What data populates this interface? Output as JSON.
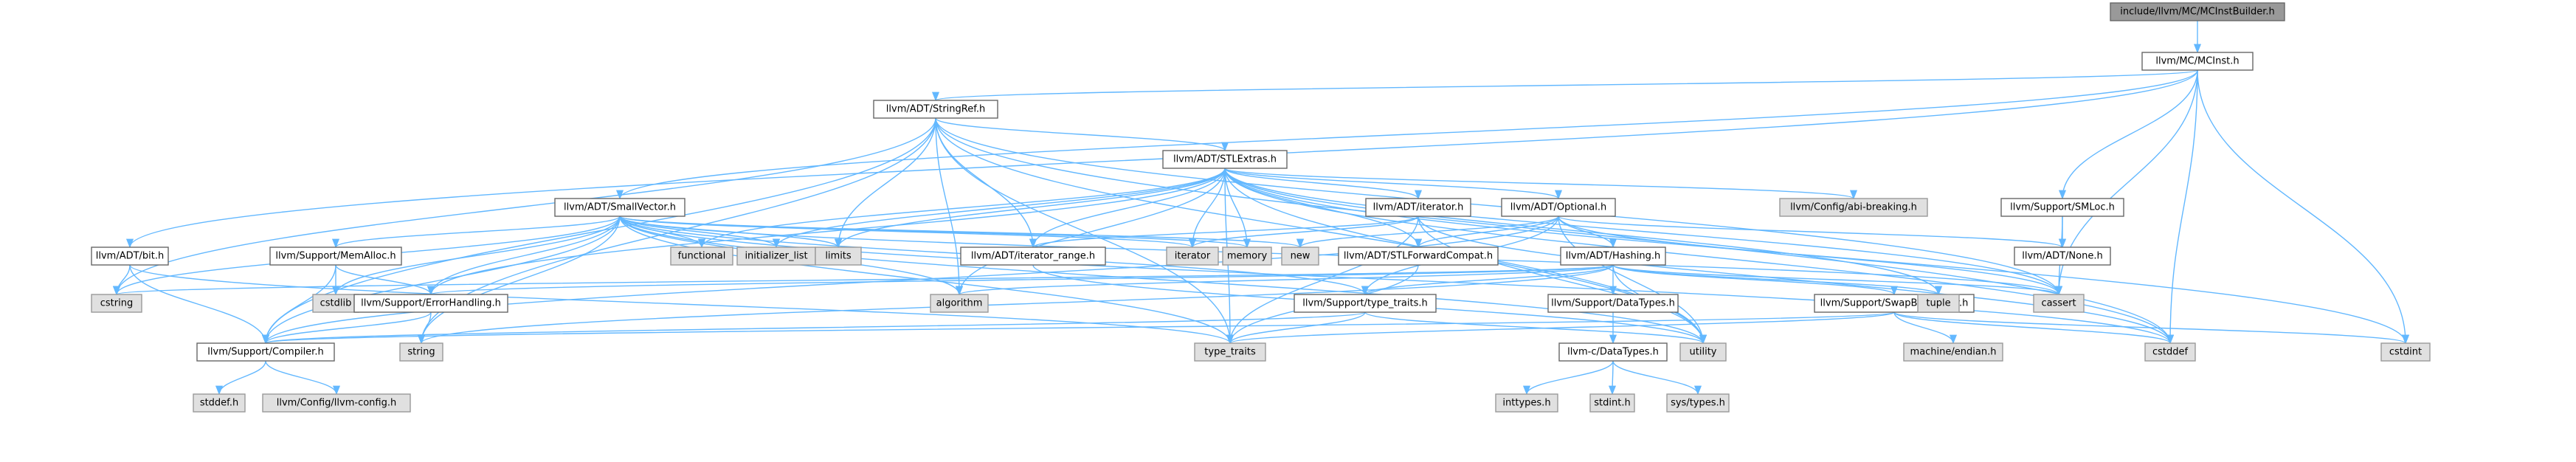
{
  "colors": {
    "edge": "#63b8ff",
    "project_node_fill": "#ffffff",
    "system_node_fill": "#e0e0e0",
    "root_node_fill": "#999999",
    "node_border": "#666666"
  },
  "nodes": [
    {
      "id": "root",
      "label": "include/llvm/MC/MCInstBuilder.h",
      "kind": "root"
    },
    {
      "id": "mcinst",
      "label": "llvm/MC/MCInst.h",
      "kind": "project"
    },
    {
      "id": "stringref",
      "label": "llvm/ADT/StringRef.h",
      "kind": "project"
    },
    {
      "id": "stlextras",
      "label": "llvm/ADT/STLExtras.h",
      "kind": "project"
    },
    {
      "id": "smallvector",
      "label": "llvm/ADT/SmallVector.h",
      "kind": "project"
    },
    {
      "id": "bit",
      "label": "llvm/ADT/bit.h",
      "kind": "project"
    },
    {
      "id": "smloc",
      "label": "llvm/Support/SMLoc.h",
      "kind": "project"
    },
    {
      "id": "iterator_h",
      "label": "llvm/ADT/iterator.h",
      "kind": "project"
    },
    {
      "id": "optional",
      "label": "llvm/ADT/Optional.h",
      "kind": "project"
    },
    {
      "id": "abibreaking",
      "label": "llvm/Config/abi-breaking.h",
      "kind": "system"
    },
    {
      "id": "none",
      "label": "llvm/ADT/None.h",
      "kind": "project"
    },
    {
      "id": "memalloc",
      "label": "llvm/Support/MemAlloc.h",
      "kind": "project"
    },
    {
      "id": "functional",
      "label": "functional",
      "kind": "system"
    },
    {
      "id": "initializer_list",
      "label": "initializer_list",
      "kind": "system"
    },
    {
      "id": "limits",
      "label": "limits",
      "kind": "system"
    },
    {
      "id": "iterator_range",
      "label": "llvm/ADT/iterator_range.h",
      "kind": "project"
    },
    {
      "id": "iterator_std",
      "label": "iterator",
      "kind": "system"
    },
    {
      "id": "memory",
      "label": "memory",
      "kind": "system"
    },
    {
      "id": "new",
      "label": "new",
      "kind": "system"
    },
    {
      "id": "stlforward",
      "label": "llvm/ADT/STLForwardCompat.h",
      "kind": "project"
    },
    {
      "id": "hashing",
      "label": "llvm/ADT/Hashing.h",
      "kind": "project"
    },
    {
      "id": "cstring",
      "label": "cstring",
      "kind": "system"
    },
    {
      "id": "cstdlib",
      "label": "cstdlib",
      "kind": "system"
    },
    {
      "id": "errorhandling",
      "label": "llvm/Support/ErrorHandling.h",
      "kind": "project"
    },
    {
      "id": "algorithm",
      "label": "algorithm",
      "kind": "system"
    },
    {
      "id": "type_traits_h",
      "label": "llvm/Support/type_traits.h",
      "kind": "project"
    },
    {
      "id": "datatypes",
      "label": "llvm/Support/DataTypes.h",
      "kind": "project"
    },
    {
      "id": "swapbyteorder",
      "label": "llvm/Support/SwapByteOrder.h",
      "kind": "project"
    },
    {
      "id": "tuple",
      "label": "tuple",
      "kind": "system"
    },
    {
      "id": "cassert",
      "label": "cassert",
      "kind": "system"
    },
    {
      "id": "compiler",
      "label": "llvm/Support/Compiler.h",
      "kind": "project"
    },
    {
      "id": "string",
      "label": "string",
      "kind": "system"
    },
    {
      "id": "type_traits",
      "label": "type_traits",
      "kind": "system"
    },
    {
      "id": "utility",
      "label": "utility",
      "kind": "system"
    },
    {
      "id": "cdatatypes",
      "label": "llvm-c/DataTypes.h",
      "kind": "project"
    },
    {
      "id": "machine_endian",
      "label": "machine/endian.h",
      "kind": "system"
    },
    {
      "id": "cstddef",
      "label": "cstddef",
      "kind": "system"
    },
    {
      "id": "cstdint",
      "label": "cstdint",
      "kind": "system"
    },
    {
      "id": "stddef",
      "label": "stddef.h",
      "kind": "system"
    },
    {
      "id": "llvmconfig",
      "label": "llvm/Config/llvm-config.h",
      "kind": "system"
    },
    {
      "id": "inttypes",
      "label": "inttypes.h",
      "kind": "system"
    },
    {
      "id": "stdint",
      "label": "stdint.h",
      "kind": "system"
    },
    {
      "id": "systypes",
      "label": "sys/types.h",
      "kind": "system"
    }
  ],
  "edges": [
    [
      "root",
      "mcinst"
    ],
    [
      "mcinst",
      "stringref"
    ],
    [
      "mcinst",
      "smallvector"
    ],
    [
      "mcinst",
      "bit"
    ],
    [
      "mcinst",
      "smloc"
    ],
    [
      "mcinst",
      "cassert"
    ],
    [
      "mcinst",
      "cstddef"
    ],
    [
      "mcinst",
      "cstdint"
    ],
    [
      "stringref",
      "stlextras"
    ],
    [
      "stringref",
      "iterator_range"
    ],
    [
      "stringref",
      "compiler"
    ],
    [
      "stringref",
      "algorithm"
    ],
    [
      "stringref",
      "cassert"
    ],
    [
      "stringref",
      "cstddef"
    ],
    [
      "stringref",
      "cstring"
    ],
    [
      "stringref",
      "limits"
    ],
    [
      "stringref",
      "string"
    ],
    [
      "stringref",
      "type_traits"
    ],
    [
      "stringref",
      "utility"
    ],
    [
      "stlextras",
      "iterator_h"
    ],
    [
      "stlextras",
      "optional"
    ],
    [
      "stlextras",
      "abibreaking"
    ],
    [
      "stlextras",
      "functional"
    ],
    [
      "stlextras",
      "initializer_list"
    ],
    [
      "stlextras",
      "limits"
    ],
    [
      "stlextras",
      "iterator_range"
    ],
    [
      "stlextras",
      "iterator_std"
    ],
    [
      "stlextras",
      "memory"
    ],
    [
      "stlextras",
      "stlforward"
    ],
    [
      "stlextras",
      "errorhandling"
    ],
    [
      "stlextras",
      "algorithm"
    ],
    [
      "stlextras",
      "tuple"
    ],
    [
      "stlextras",
      "cassert"
    ],
    [
      "stlextras",
      "cstddef"
    ],
    [
      "stlextras",
      "cstdint"
    ],
    [
      "stlextras",
      "type_traits"
    ],
    [
      "stlextras",
      "utility"
    ],
    [
      "smallvector",
      "memalloc"
    ],
    [
      "smallvector",
      "compiler"
    ],
    [
      "smallvector",
      "type_traits_h"
    ],
    [
      "smallvector",
      "algorithm"
    ],
    [
      "smallvector",
      "cassert"
    ],
    [
      "smallvector",
      "cstddef"
    ],
    [
      "smallvector",
      "cstdlib"
    ],
    [
      "smallvector",
      "cstring"
    ],
    [
      "smallvector",
      "functional"
    ],
    [
      "smallvector",
      "initializer_list"
    ],
    [
      "smallvector",
      "iterator_std"
    ],
    [
      "smallvector",
      "limits"
    ],
    [
      "smallvector",
      "memory"
    ],
    [
      "smallvector",
      "new"
    ],
    [
      "smallvector",
      "type_traits"
    ],
    [
      "smallvector",
      "utility"
    ],
    [
      "smallvector",
      "errorhandling"
    ],
    [
      "smallvector",
      "string"
    ],
    [
      "bit",
      "compiler"
    ],
    [
      "bit",
      "cstring"
    ],
    [
      "bit",
      "type_traits"
    ],
    [
      "smloc",
      "none"
    ],
    [
      "smloc",
      "cassert"
    ],
    [
      "iterator_h",
      "iterator_range"
    ],
    [
      "iterator_h",
      "iterator_std"
    ],
    [
      "iterator_h",
      "type_traits"
    ],
    [
      "iterator_h",
      "utility"
    ],
    [
      "iterator_h",
      "cstddef"
    ],
    [
      "optional",
      "hashing"
    ],
    [
      "optional",
      "none"
    ],
    [
      "optional",
      "stlforward"
    ],
    [
      "optional",
      "compiler"
    ],
    [
      "optional",
      "type_traits_h"
    ],
    [
      "optional",
      "cassert"
    ],
    [
      "optional",
      "new"
    ],
    [
      "optional",
      "utility"
    ],
    [
      "hashing",
      "errorhandling"
    ],
    [
      "hashing",
      "datatypes"
    ],
    [
      "hashing",
      "swapbyteorder"
    ],
    [
      "hashing",
      "type_traits_h"
    ],
    [
      "hashing",
      "algorithm"
    ],
    [
      "hashing",
      "cassert"
    ],
    [
      "hashing",
      "cstring"
    ],
    [
      "hashing",
      "string"
    ],
    [
      "hashing",
      "tuple"
    ],
    [
      "hashing",
      "utility"
    ],
    [
      "memalloc",
      "compiler"
    ],
    [
      "memalloc",
      "errorhandling"
    ],
    [
      "memalloc",
      "cstdlib"
    ],
    [
      "errorhandling",
      "compiler"
    ],
    [
      "errorhandling",
      "string"
    ],
    [
      "type_traits_h",
      "compiler"
    ],
    [
      "type_traits_h",
      "type_traits"
    ],
    [
      "type_traits_h",
      "utility"
    ],
    [
      "datatypes",
      "cdatatypes"
    ],
    [
      "swapbyteorder",
      "compiler"
    ],
    [
      "swapbyteorder",
      "cstddef"
    ],
    [
      "swapbyteorder",
      "cstdint"
    ],
    [
      "swapbyteorder",
      "type_traits"
    ],
    [
      "swapbyteorder",
      "machine_endian"
    ],
    [
      "stlforward",
      "type_traits"
    ],
    [
      "iterator_range",
      "utility"
    ],
    [
      "compiler",
      "stddef"
    ],
    [
      "compiler",
      "llvmconfig"
    ],
    [
      "cdatatypes",
      "inttypes"
    ],
    [
      "cdatatypes",
      "stdint"
    ],
    [
      "cdatatypes",
      "systypes"
    ]
  ]
}
